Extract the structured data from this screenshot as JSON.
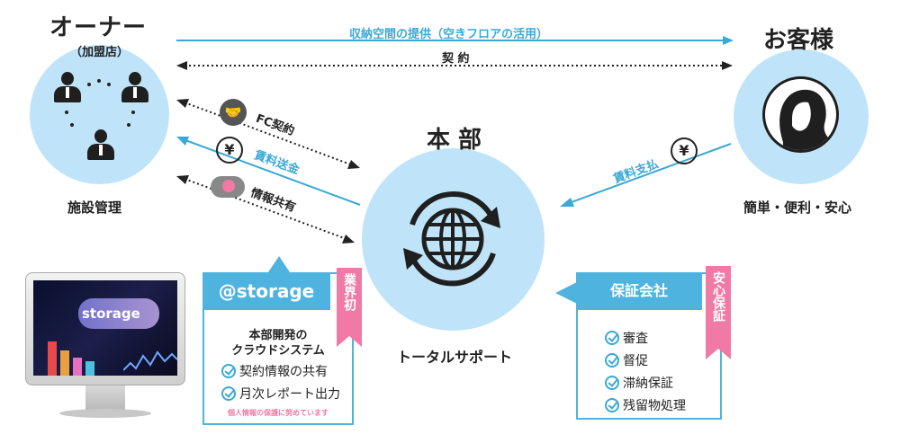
{
  "owner": {
    "title": "オーナー",
    "subtitle": "（加盟店）",
    "caption": "施設管理"
  },
  "customer": {
    "title": "お客様",
    "caption": "簡単・便利・安心"
  },
  "hq": {
    "title": "本 部",
    "caption": "トータルサポート"
  },
  "arrows": {
    "storage_provision": "収納空間の提供（空きフロアの活用）",
    "contract": "契 約",
    "fc_contract": "FC契約",
    "fee_remittance": "賃料送金",
    "info_sharing": "情報共有",
    "fee_payment": "賃料支払"
  },
  "storage_box": {
    "header": "@storage",
    "tab": "業界初",
    "description_line1": "本部開発の",
    "description_line2": "クラウドシステム",
    "features": [
      "契約情報の共有",
      "月次レポート出力"
    ],
    "note": "個人情報の保護に努めています"
  },
  "guarantee_box": {
    "header": "保証会社",
    "tab": "安心保証",
    "features": [
      "審査",
      "督促",
      "滞納保証",
      "残留物処理"
    ]
  },
  "monitor": {
    "logo": "storage"
  },
  "colors": {
    "circle": "#bfe4f9",
    "accent_blue": "#3aa8d8",
    "header_blue": "#4fb3df",
    "pink": "#f07aa5"
  }
}
